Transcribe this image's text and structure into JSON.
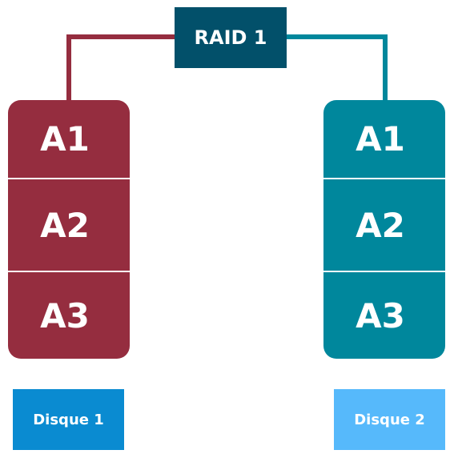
{
  "raid": {
    "title": "RAID 1"
  },
  "disks": [
    {
      "blocks": [
        "A1",
        "A2",
        "A3"
      ],
      "label": "Disque 1",
      "color": "#952d3f",
      "label_color": "#0a8bd1"
    },
    {
      "blocks": [
        "A1",
        "A2",
        "A3"
      ],
      "label": "Disque 2",
      "color": "#00879c",
      "label_color": "#56b9fb"
    }
  ],
  "colors": {
    "raid_box": "#02506a"
  }
}
